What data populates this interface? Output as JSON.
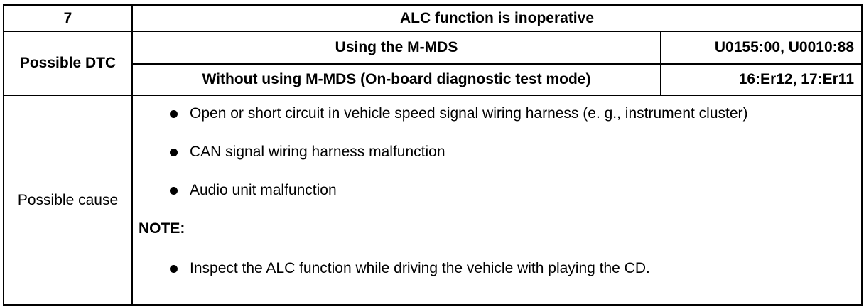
{
  "header": {
    "number": "7",
    "title": "ALC function is inoperative"
  },
  "dtc": {
    "label": "Possible DTC",
    "rows": [
      {
        "method": "Using the M-MDS",
        "codes": "U0155:00, U0010:88"
      },
      {
        "method": "Without using M-MDS (On-board diagnostic test mode)",
        "codes": "16:Er12, 17:Er11"
      }
    ]
  },
  "cause": {
    "label": "Possible cause",
    "items": [
      "Open or short circuit in vehicle speed signal wiring harness (e. g., instrument cluster)",
      "CAN signal wiring harness malfunction",
      "Audio unit malfunction"
    ],
    "note_label": "NOTE:",
    "note_items": [
      "Inspect the ALC function while driving the vehicle with playing the CD."
    ]
  }
}
